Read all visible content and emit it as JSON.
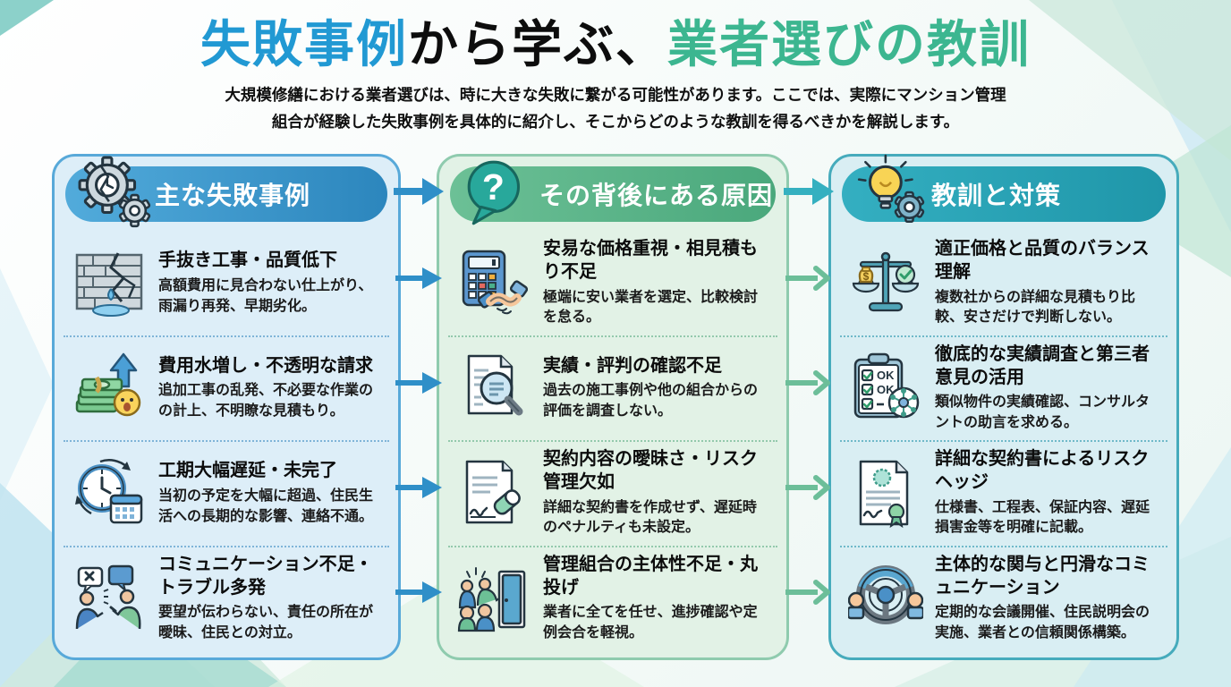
{
  "title": {
    "part1": "失敗事例",
    "part2": "から学ぶ、",
    "part3": "業者選びの教訓"
  },
  "subtitle": {
    "line1": "大規模修繕における業者選びは、時に大きな失敗に繋がる可能性があります。ここでは、実際にマンション管理",
    "line2": "組合が経験した失敗事例を具体的に紹介し、そこからどのような教訓を得るべきかを解説します。"
  },
  "icon_text": {
    "ok": "OK",
    "dollar": "$",
    "question": "?"
  },
  "colors": {
    "column1_accent": "#3693c8",
    "column2_accent": "#55b087",
    "column3_accent": "#2aa4b6",
    "arrow_left_color": "#2f8fc8",
    "arrow_right_color": "#6cbe99",
    "title_blue": "#2199d3",
    "title_teal": "#3cb690"
  },
  "columns": [
    {
      "header": "主な失敗事例",
      "header_icon": "broken-gears-icon",
      "items": [
        {
          "icon": "cracked-wall-icon",
          "title": "手抜き工事・品質低下",
          "desc": "高額費用に見合わない仕上がり、雨漏り再発、早期劣化。"
        },
        {
          "icon": "money-stack-icon",
          "title": "費用水増し・不透明な請求",
          "desc": "追加工事の乱発、不必要な作業のの計上、不明瞭な見積もり。"
        },
        {
          "icon": "clock-calendar-icon",
          "title": "工期大幅遅延・未完了",
          "desc": "当初の予定を大幅に超過、住民生活への長期的な影響、連絡不通。"
        },
        {
          "icon": "arguing-people-icon",
          "title": "コミュニケーション不足・トラブル多発",
          "desc": "要望が伝わらない、責任の所在が曖昧、住民との対立。"
        }
      ]
    },
    {
      "header": "その背後にある原因",
      "header_icon": "question-bubble-icon",
      "items": [
        {
          "icon": "calculator-handshake-icon",
          "title": "安易な価格重視・相見積もり不足",
          "desc": "極端に安い業者を選定、比較検討を怠る。"
        },
        {
          "icon": "document-magnifier-icon",
          "title": "実績・評判の確認不足",
          "desc": "過去の施工事例や他の組合からの評価を調査しない。"
        },
        {
          "icon": "contract-eraser-icon",
          "title": "契約内容の曖昧さ・リスク管理欠如",
          "desc": "詳細な契約書を作成せず、遅延時のペナルティも未設定。"
        },
        {
          "icon": "people-door-icon",
          "title": "管理組合の主体性不足・丸投げ",
          "desc": "業者に全てを任せ、進捗確認や定例会合を軽視。"
        }
      ]
    },
    {
      "header": "教訓と対策",
      "header_icon": "lightbulb-gear-icon",
      "items": [
        {
          "icon": "balance-scale-icon",
          "title": "適正価格と品質のバランス理解",
          "desc": "複数社からの詳細な見積もり比較、安さだけで判断しない。"
        },
        {
          "icon": "checklist-network-icon",
          "title": "徹底的な実績調査と第三者意見の活用",
          "desc": "類似物件の実績確認、コンサルタントの助言を求める。"
        },
        {
          "icon": "certificate-icon",
          "title": "詳細な契約書によるリスクヘッジ",
          "desc": "仕様書、工程表、保証内容、遅延損害金等を明確に記載。"
        },
        {
          "icon": "steering-wheel-icon",
          "title": "主体的な関与と円滑なコミュニケーション",
          "desc": "定期的な会議開催、住民説明会の実施、業者との信頼関係構築。"
        }
      ]
    }
  ]
}
